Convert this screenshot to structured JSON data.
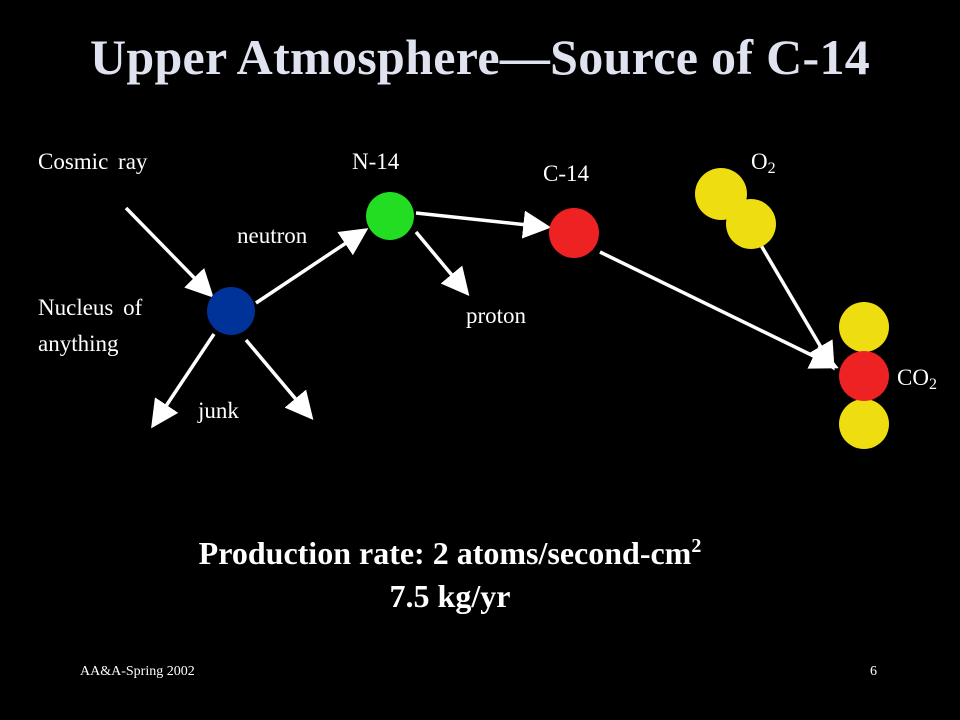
{
  "title": "Upper Atmosphere—Source of C-14",
  "labels": {
    "cosmic_ray": "Cosmic ray",
    "nucleus_line1": "Nucleus of",
    "nucleus_line2": "anything",
    "junk": "junk",
    "neutron": "neutron",
    "n14": "N-14",
    "proton": "proton",
    "c14": "C-14",
    "o2_base": "O",
    "o2_sub": "2",
    "co2_base": "CO",
    "co2_sub": "2"
  },
  "production": {
    "line1_main": "Production rate: 2 atoms/second-cm",
    "line1_sup": "2",
    "line2": "7.5 kg/yr"
  },
  "footer": {
    "left": "AA&A-Spring 2002",
    "page": "6"
  },
  "colors": {
    "background": "#000000",
    "title": "#dfe3ef",
    "nucleus": "#003399",
    "nitrogen": "#22dd22",
    "carbon": "#ee2222",
    "oxygen": "#eedd11",
    "arrow": "#ffffff"
  }
}
